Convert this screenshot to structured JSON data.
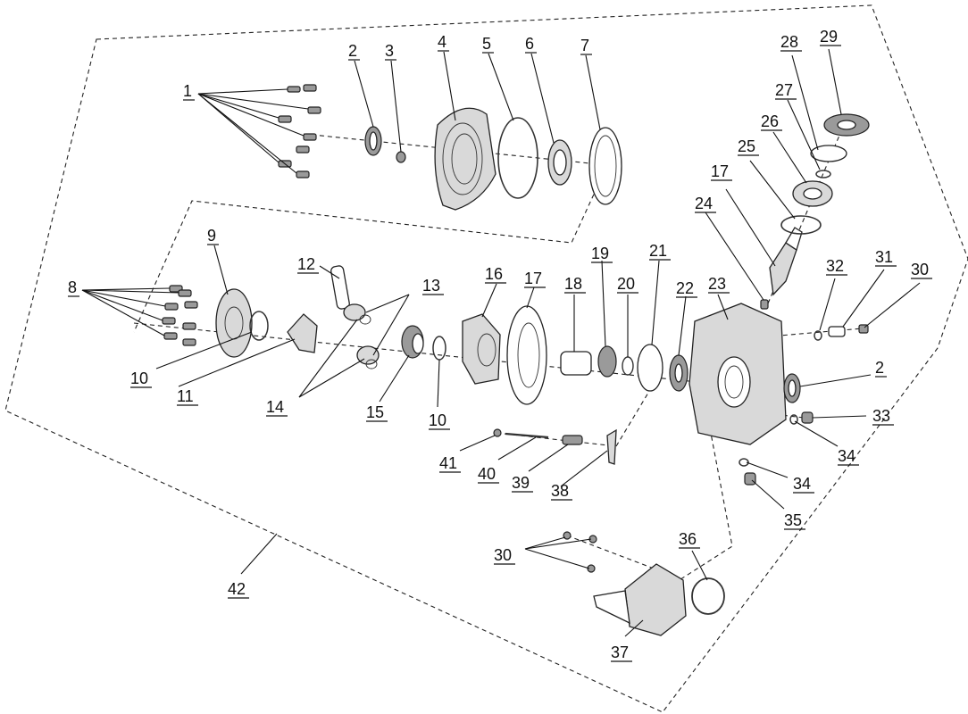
{
  "callouts": {
    "c1": "1",
    "c2a": "2",
    "c3": "3",
    "c4": "4",
    "c5": "5",
    "c6": "6",
    "c7": "7",
    "c8": "8",
    "c9": "9",
    "c10a": "10",
    "c11": "11",
    "c12": "12",
    "c13": "13",
    "c14": "14",
    "c15": "15",
    "c10b": "10",
    "c16": "16",
    "c17a": "17",
    "c18": "18",
    "c19": "19",
    "c20": "20",
    "c21": "21",
    "c22": "22",
    "c23": "23",
    "c24": "24",
    "c17b": "17",
    "c25": "25",
    "c26": "26",
    "c27": "27",
    "c28": "28",
    "c29": "29",
    "c30a": "30",
    "c31": "31",
    "c32": "32",
    "c2b": "2",
    "c33": "33",
    "c34a": "34",
    "c34b": "34",
    "c35": "35",
    "c36": "36",
    "c37": "37",
    "c30b": "30",
    "c38": "38",
    "c39": "39",
    "c40": "40",
    "c41": "41",
    "c42": "42"
  }
}
